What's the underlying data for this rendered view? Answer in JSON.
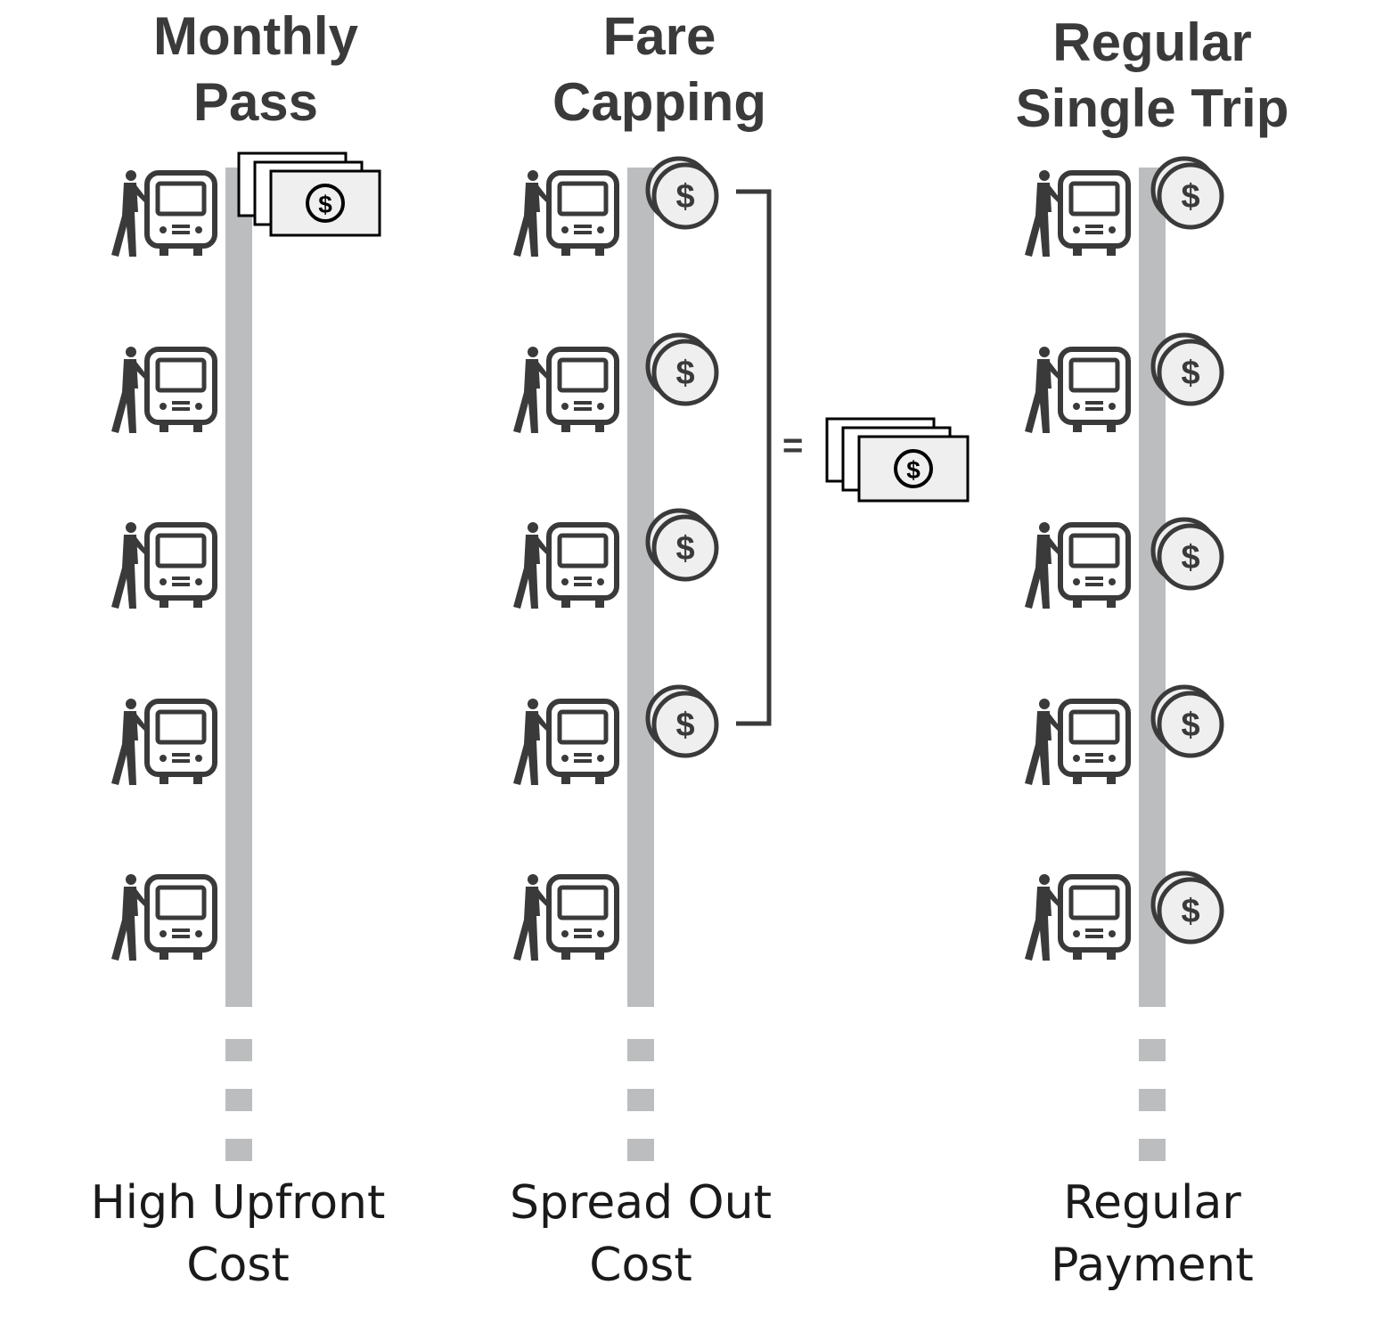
{
  "columns": [
    {
      "id": "monthly-pass",
      "title": "Monthly\nPass",
      "caption": "High Upfront\nCost",
      "trips": [
        {
          "payment": "bills"
        },
        {
          "payment": "none"
        },
        {
          "payment": "none"
        },
        {
          "payment": "none"
        },
        {
          "payment": "none"
        }
      ]
    },
    {
      "id": "fare-capping",
      "title": "Fare\nCapping",
      "caption": "Spread Out\nCost",
      "trips": [
        {
          "payment": "coin"
        },
        {
          "payment": "coin"
        },
        {
          "payment": "coin"
        },
        {
          "payment": "coin"
        },
        {
          "payment": "none"
        }
      ]
    },
    {
      "id": "regular-single-trip",
      "title": "Regular\nSingle Trip",
      "caption": "Regular\nPayment",
      "trips": [
        {
          "payment": "coin"
        },
        {
          "payment": "coin"
        },
        {
          "payment": "coin"
        },
        {
          "payment": "coin"
        },
        {
          "payment": "coin"
        }
      ]
    }
  ],
  "cap_equivalence": {
    "symbol": "=",
    "equals_icon": "dollar-bills-icon"
  },
  "colors": {
    "icon": "#3a3a3a",
    "timeline": "#bcbdbf",
    "coin_fill": "#efefef"
  }
}
